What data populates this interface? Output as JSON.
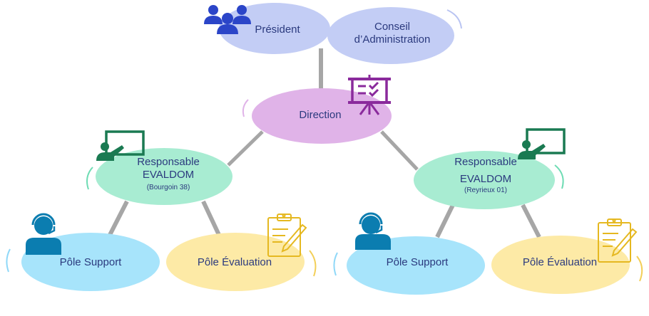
{
  "title": "Organigramme EVALDOM",
  "colors": {
    "connector": "#a6a6a6",
    "text": "#2b3a7e",
    "governance_fill": "#c3cdf5",
    "governance_icon": "#2b45c8",
    "direction_fill": "#e0b3e8",
    "direction_icon": "#8a2a9c",
    "responsable_fill": "#a8ecd2",
    "responsable_icon": "#1a7a52",
    "support_fill": "#a7e4fb",
    "support_icon": "#0b7db0",
    "evaluation_fill": "#fdeaa6",
    "evaluation_icon": "#e5b820"
  },
  "nodes": {
    "president": {
      "label": "Président",
      "icon": "people-group-icon"
    },
    "conseil": {
      "line1": "Conseil",
      "line2": "d’Administration"
    },
    "direction": {
      "label": "Direction",
      "icon": "presentation-board-icon"
    },
    "resp_left": {
      "line1": "Responsable",
      "line2": "EVALDOM",
      "line3": "(Bourgoin 38)",
      "icon": "teacher-board-icon"
    },
    "resp_right": {
      "line1": "Responsable",
      "line2": "EVALDOM",
      "line3": "(Reyrieux 01)",
      "icon": "teacher-board-icon"
    },
    "support_left": {
      "label": "Pôle Support",
      "icon": "headset-agent-icon"
    },
    "eval_left": {
      "label": "Pôle Évaluation",
      "icon": "clipboard-pen-icon"
    },
    "support_right": {
      "label": "Pôle Support",
      "icon": "headset-agent-icon"
    },
    "eval_right": {
      "label": "Pôle Évaluation",
      "icon": "clipboard-pen-icon"
    }
  },
  "edges": [
    {
      "from": "president",
      "to": "direction"
    },
    {
      "from": "direction",
      "to": "resp_left"
    },
    {
      "from": "direction",
      "to": "resp_right"
    },
    {
      "from": "resp_left",
      "to": "support_left"
    },
    {
      "from": "resp_left",
      "to": "eval_left"
    },
    {
      "from": "resp_right",
      "to": "support_right"
    },
    {
      "from": "resp_right",
      "to": "eval_right"
    }
  ]
}
